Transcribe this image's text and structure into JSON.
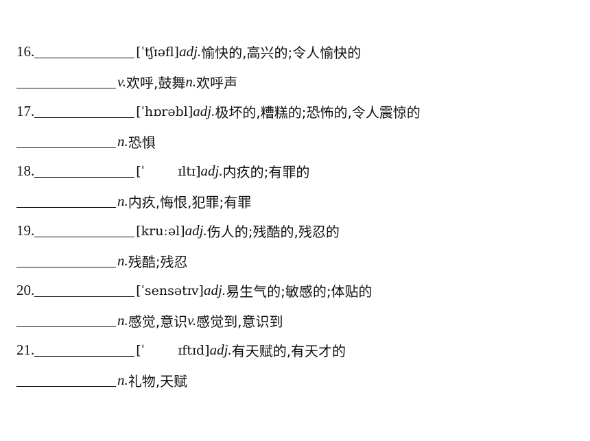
{
  "items": [
    {
      "number": "16.",
      "phonetic": "[ˈtʃɪəfl]",
      "pos": "adj.",
      "meaning": "愉快的,高兴的;令人愉快的",
      "derived": [
        {
          "pos": "v.",
          "meaning": "欢呼,鼓舞"
        },
        {
          "pos": "n.",
          "meaning": "欢呼声"
        }
      ]
    },
    {
      "number": "17.",
      "phonetic": "[ˈhɒrəbl]",
      "pos": "adj.",
      "meaning": "极坏的,糟糕的;恐怖的,令人震惊的",
      "derived": [
        {
          "pos": "n.",
          "meaning": "恐惧"
        }
      ]
    },
    {
      "number": "18.",
      "phonetic": "[ˈ        ɪltɪ]",
      "pos": "adj.",
      "meaning": "内疚的;有罪的",
      "derived": [
        {
          "pos": "n.",
          "meaning": "内疚,悔恨,犯罪;有罪"
        }
      ]
    },
    {
      "number": "19.",
      "phonetic": "[kruːəl]",
      "pos": "adj.",
      "meaning": "伤人的;残酷的,残忍的",
      "derived": [
        {
          "pos": "n.",
          "meaning": "残酷;残忍"
        }
      ]
    },
    {
      "number": "20.",
      "phonetic": "[ˈsensətɪv]",
      "pos": "adj.",
      "meaning": "易生气的;敏感的;体贴的",
      "derived": [
        {
          "pos": "n.",
          "meaning": "感觉,意识"
        },
        {
          "pos": "v.",
          "meaning": "感觉到,意识到"
        }
      ]
    },
    {
      "number": "21.",
      "phonetic": "[ˈ        ɪftɪd]",
      "pos": "adj.",
      "meaning": "有天赋的,有天才的",
      "derived": [
        {
          "pos": "n.",
          "meaning": "礼物,天赋"
        }
      ]
    }
  ]
}
